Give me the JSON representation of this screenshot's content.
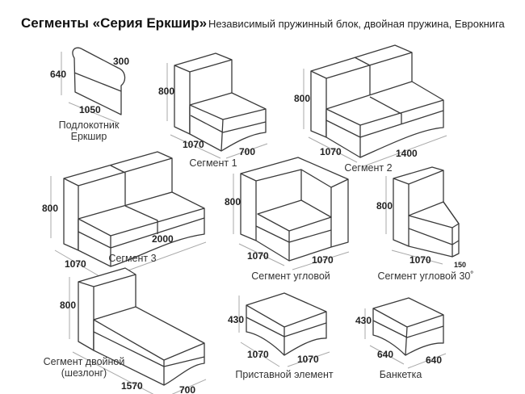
{
  "header": {
    "title": "Сегменты «Серия Еркшир»",
    "subtitle": "Независимый пружинный блок,  двойная пружина, Еврокнига"
  },
  "items": {
    "armrest": {
      "label_1": "Подлокотник",
      "label_2": "Еркшир",
      "height": "640",
      "depth": "300",
      "length": "1050"
    },
    "segment1": {
      "label": "Сегмент 1",
      "height": "800",
      "depth": "1070",
      "width": "700"
    },
    "segment2": {
      "label": "Сегмент 2",
      "height": "800",
      "depth": "1070",
      "width": "1400"
    },
    "segment3": {
      "label": "Сегмент 3",
      "height": "800",
      "depth": "1070",
      "width": "2000"
    },
    "corner": {
      "label": "Сегмент угловой",
      "height": "800",
      "depth": "1070",
      "width": "1070"
    },
    "corner30": {
      "label": "Сегмент угловой 30˚",
      "height": "800",
      "depth": "1070",
      "extra": "150"
    },
    "chaise": {
      "label_1": "Сегмент двойной",
      "label_2": "(шезлонг)",
      "height": "800",
      "length": "1570",
      "width": "700"
    },
    "addon": {
      "label": "Приставной элемент",
      "height": "430",
      "depth": "1070",
      "width": "1070"
    },
    "banquette": {
      "label": "Банкетка",
      "height": "430",
      "depth": "640",
      "width": "640"
    }
  }
}
